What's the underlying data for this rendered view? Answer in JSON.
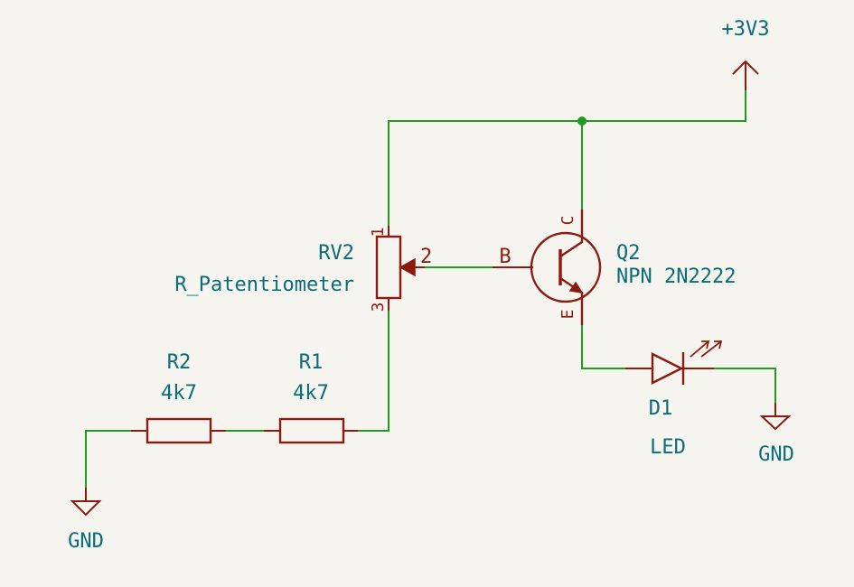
{
  "power": {
    "vcc_label": "+3V3",
    "gnd_left_label": "GND",
    "gnd_right_label": "GND"
  },
  "components": {
    "rv2": {
      "ref": "RV2",
      "value": "R_Patentiometer",
      "pin1": "1",
      "pin2": "2",
      "pin3": "3"
    },
    "q2": {
      "ref": "Q2",
      "value": "NPN 2N2222",
      "pin_b": "B",
      "pin_c": "C",
      "pin_e": "E"
    },
    "r1": {
      "ref": "R1",
      "value": "4k7"
    },
    "r2": {
      "ref": "R2",
      "value": "4k7"
    },
    "d1": {
      "ref": "D1",
      "value": "LED"
    }
  },
  "colors": {
    "wire": "#1f9a1f",
    "symbol": "#8b1a10",
    "label": "#0a6c78",
    "background": "#f5f4ef"
  }
}
